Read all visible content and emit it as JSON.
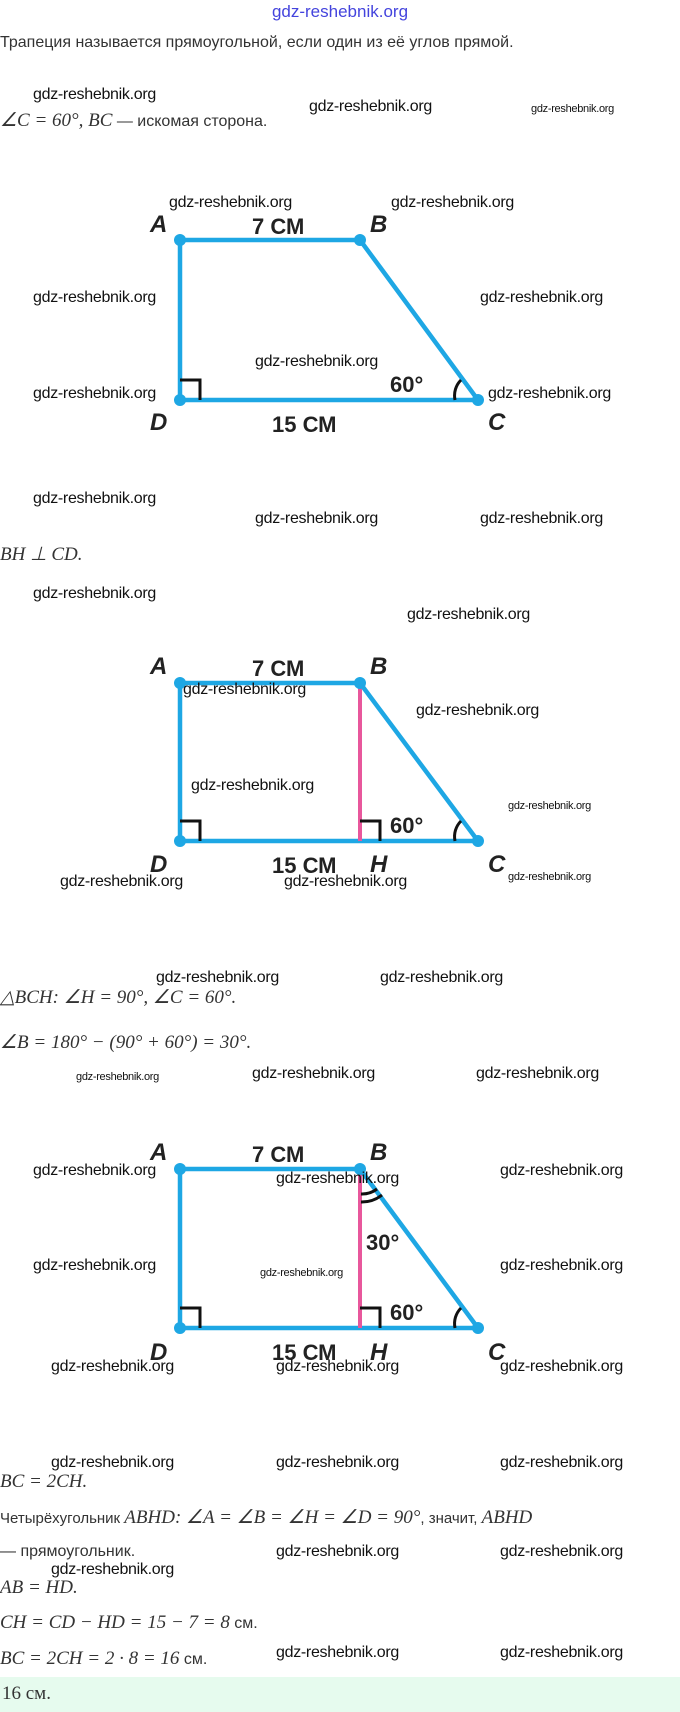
{
  "header_watermark": "gdz-reshebnik.org",
  "text": {
    "definition": "Трапеция называется прямоугольной, если один из её углов прямой.",
    "given": "∠C = 60°, BC",
    "given_suffix": " — искомая сторона.",
    "bh": "BH ⊥ CD.",
    "bch": "△BCH: ∠H = 90°, ∠C = 60°.",
    "angle_b": "∠B = 180° − (90° + 60°) = 30°.",
    "bc_2ch": "BC = 2CH.",
    "quad_prefix": "Четырёхугольник ",
    "quad_math": "ABHD: ∠A = ∠B = ∠H = ∠D = 90°",
    "quad_mid": ", значит, ",
    "quad_math2": "ABHD",
    "quad_suffix": "— прямоугольник.",
    "ab_hd": "AB = HD.",
    "ch_math": "CH = CD − HD = 15 − 7 = 8",
    "ch_unit": " см.",
    "bc_math": "BC = 2CH = 2 · 8 = 16",
    "bc_unit": " см."
  },
  "answer": "16 см.",
  "diagrams": {
    "d1": {
      "A": "A",
      "B": "B",
      "C": "C",
      "D": "D",
      "top": "7 СМ",
      "bottom": "15 СМ",
      "angle_c": "60°"
    },
    "d2": {
      "A": "A",
      "B": "B",
      "C": "C",
      "D": "D",
      "H": "H",
      "top": "7 СМ",
      "bottom": "15 СМ",
      "angle_c": "60°"
    },
    "d3": {
      "A": "A",
      "B": "B",
      "C": "C",
      "D": "D",
      "H": "H",
      "top": "7 СМ",
      "bottom": "15 СМ",
      "angle_c": "60°",
      "angle_b": "30°"
    }
  },
  "colors": {
    "side": "#1ea7e4",
    "height": "#e8579c",
    "answer_bg": "#e6fbee"
  },
  "watermark": "gdz-reshebnik.org"
}
